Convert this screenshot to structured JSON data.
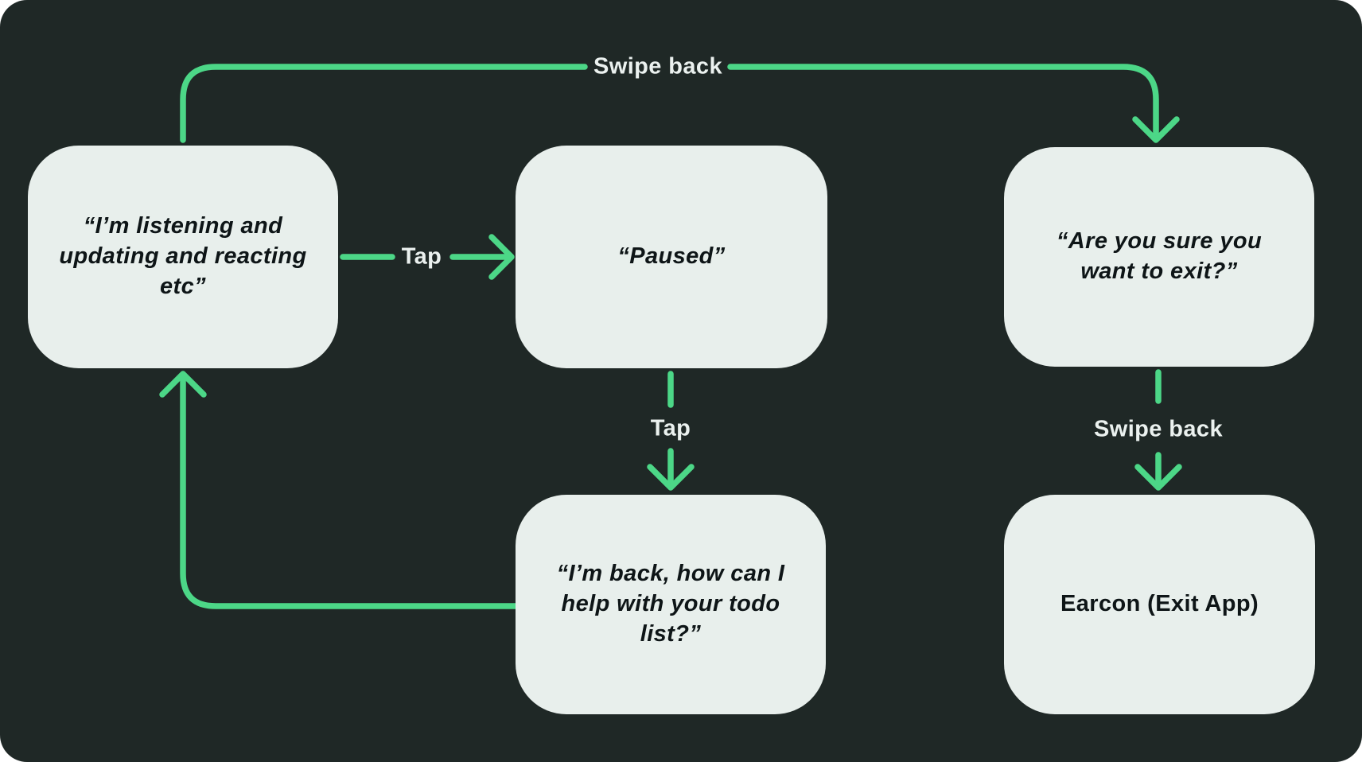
{
  "diagram": {
    "title": "voice-assistant-state-flow",
    "colors": {
      "background": "#1f2826",
      "node_fill": "#e8efec",
      "arrow": "#4cd787",
      "node_text": "#0e1517",
      "label_text": "#ebf1ef"
    },
    "nodes": {
      "listening": {
        "text": "“I’m listening and\nupdating and reacting\netc”"
      },
      "paused": {
        "text": "“Paused”"
      },
      "exit_confirm": {
        "text": "“Are you sure you\nwant to exit?”"
      },
      "im_back": {
        "text": "“I’m back, how can I\nhelp with your todo\nlist?”"
      },
      "earcon": {
        "text": "Earcon (Exit App)"
      }
    },
    "edge_labels": {
      "swipe_back_top": "Swipe back",
      "tap_right": "Tap",
      "tap_down": "Tap",
      "swipe_back_right": "Swipe back"
    }
  }
}
